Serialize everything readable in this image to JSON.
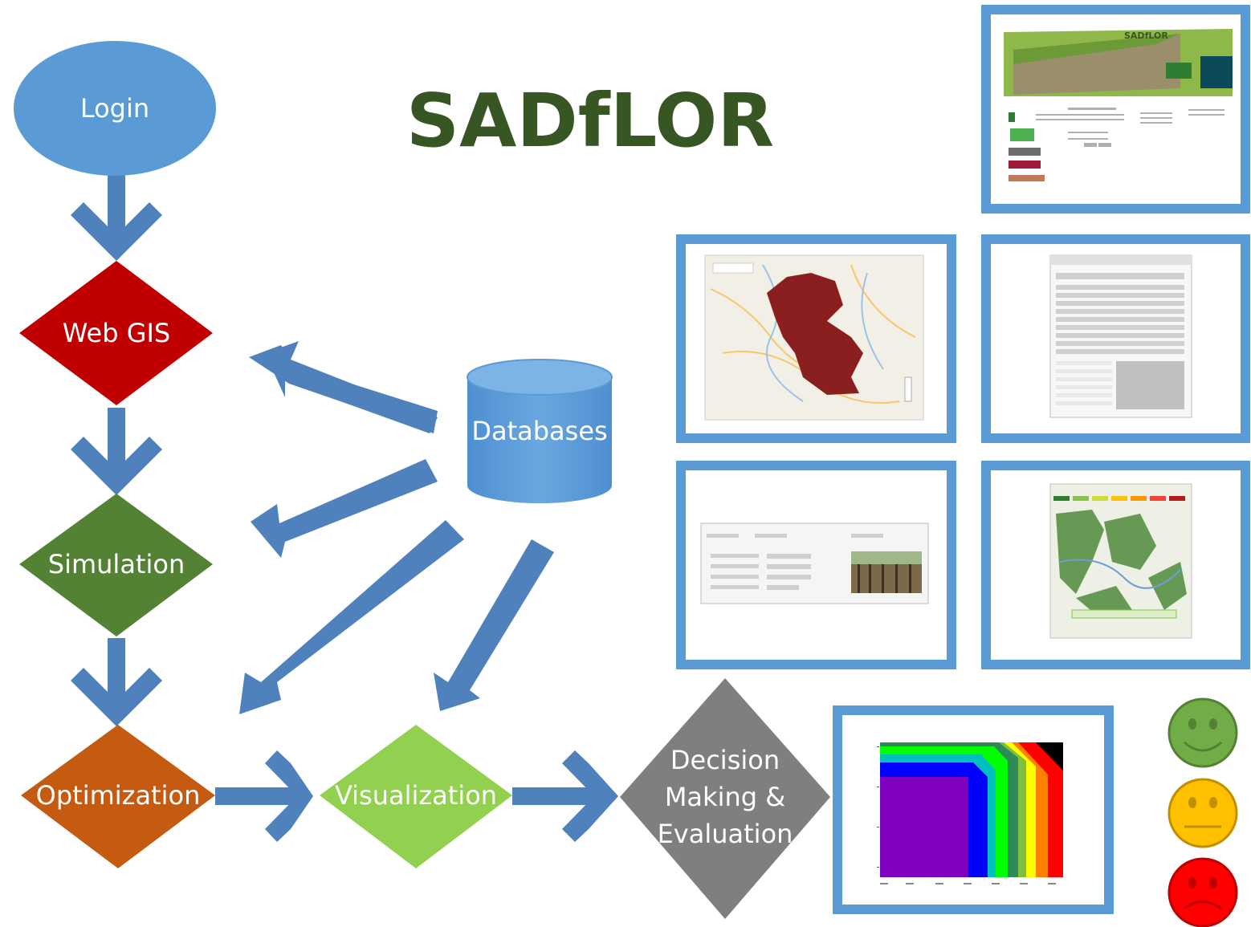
{
  "title": "SADfLOR",
  "nodes": {
    "login": "Login",
    "webgis": "Web GIS",
    "simulation": "Simulation",
    "optimization": "Optimization",
    "visualization": "Visualization",
    "databases": "Databases",
    "decision": [
      "Decision",
      "Making &",
      "Evaluation"
    ]
  },
  "colors": {
    "arrow": "#4f81bd",
    "login": "#5b9bd5",
    "webgis": "#c00000",
    "simulation": "#548235",
    "optimization": "#c55a11",
    "visualization": "#92d050",
    "databases": "#5b9bd5",
    "decision": "#7f7f7f",
    "title": "#375623",
    "frame": "#5b9bd5"
  },
  "screenshots": {
    "login_page_banner": "SADfLOR",
    "login_page_subtitle": "A Web Based Tool of Natural Resources Decision Support"
  },
  "feedback_faces": [
    "happy-face",
    "neutral-face",
    "sad-face"
  ]
}
